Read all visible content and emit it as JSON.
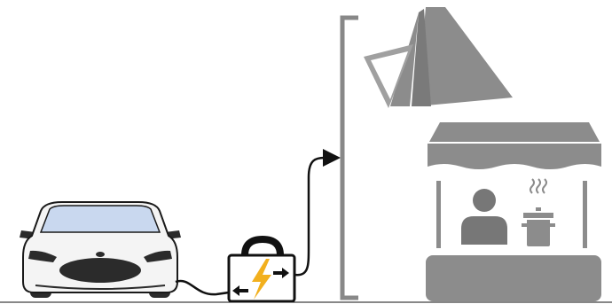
{
  "diagram": {
    "nodes": [
      {
        "id": "car",
        "icon": "electric-car-icon"
      },
      {
        "id": "power-bank",
        "icon": "portable-power-station-icon"
      },
      {
        "id": "tent",
        "icon": "tent-icon"
      },
      {
        "id": "food-stall",
        "icon": "food-stall-icon"
      }
    ],
    "edges": [
      {
        "from": "car",
        "to": "power-bank",
        "style": "cable"
      },
      {
        "from": "power-bank",
        "to": "tent",
        "style": "arrow-cable"
      },
      {
        "from": "power-bank",
        "to": "food-stall",
        "style": "arrow-cable"
      }
    ],
    "group_bracket_targets": [
      "tent",
      "food-stall"
    ]
  },
  "colors": {
    "background": "#ffffff",
    "outline": "#111111",
    "car_body": "#f4f4f4",
    "car_windshield": "#c9d8ef",
    "car_dark": "#2b2b2b",
    "icon_gray": "#8c8c8c",
    "icon_gray_dark": "#777777",
    "bracket": "#888888",
    "bolt": "#f2b01e"
  }
}
